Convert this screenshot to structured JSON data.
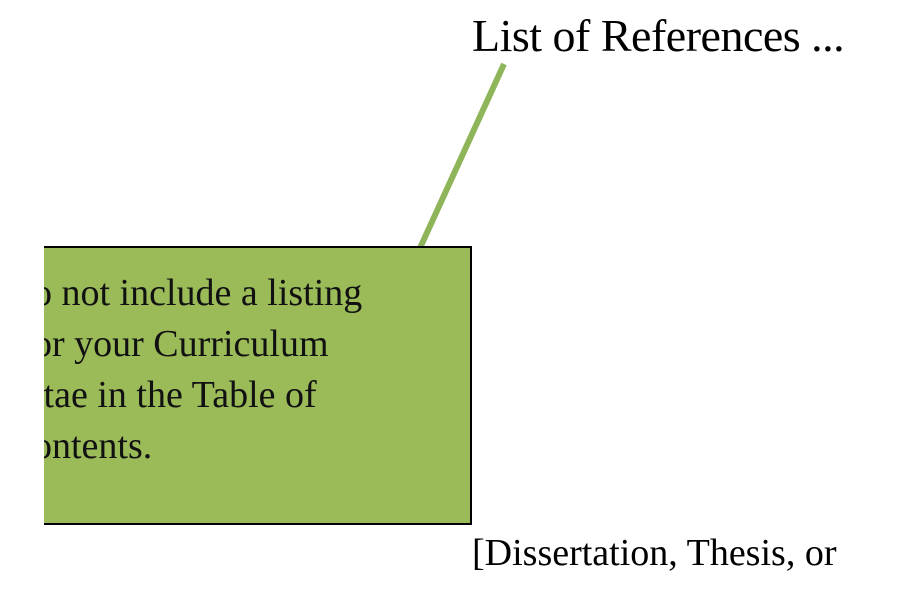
{
  "toc_entry": {
    "text": "List of References ..."
  },
  "callout": {
    "lines": [
      "o not include a listing",
      "or your Curriculum",
      "itae in the Table of",
      "ontents."
    ],
    "fill_color": "#9bbb59",
    "connector_color": "#8fb55a"
  },
  "bottom_text": {
    "text": "[Dissertation, Thesis, or"
  }
}
